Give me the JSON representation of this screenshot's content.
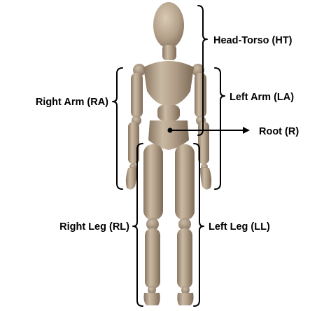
{
  "figure": {
    "labels": {
      "head_torso": "Head-Torso (HT)",
      "left_arm": "Left Arm (LA)",
      "right_arm": "Right Arm (RA)",
      "root": "Root (R)",
      "right_leg": "Right Leg (RL)",
      "left_leg": "Left Leg (LL)"
    },
    "colors": {
      "mannequin": "#b3a08a",
      "mannequin_dark": "#7d6b57",
      "mannequin_light": "#d8c9b4",
      "annotation": "#000000"
    },
    "icons": {
      "root_pointer": "arrow-right-icon"
    }
  }
}
